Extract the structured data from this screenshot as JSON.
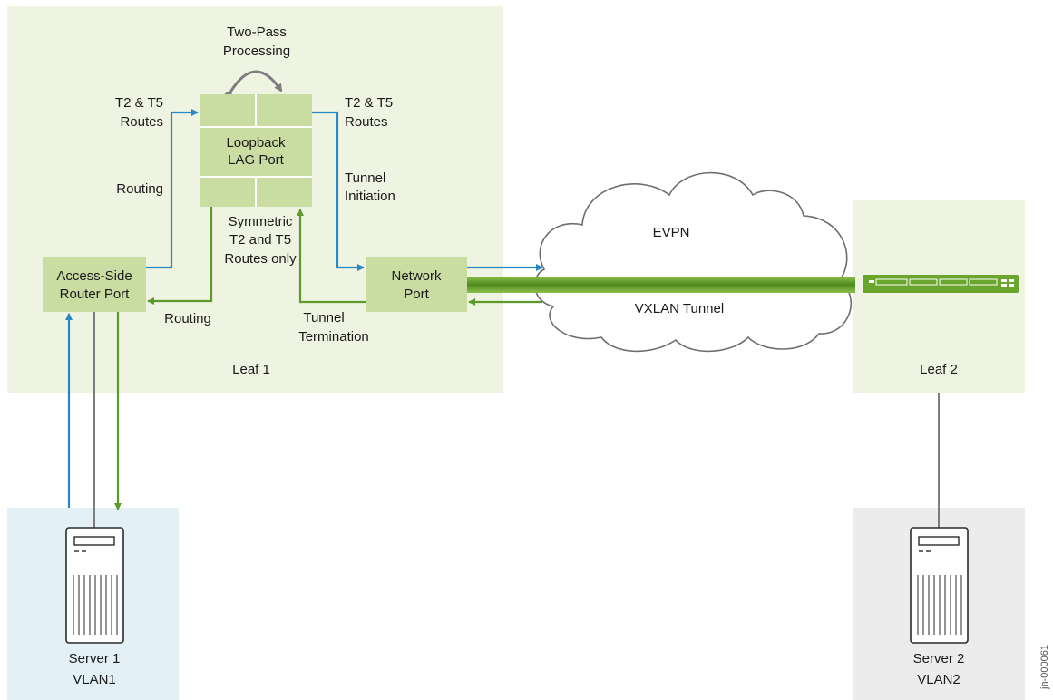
{
  "colors": {
    "leaf_bg": "#eef3e2",
    "server1_bg": "#e3f1f6",
    "server2_bg": "#ececec",
    "port_box": "#c9dca2",
    "blue_arrow": "#2b87c2",
    "green_arrow": "#5b9a2b",
    "tunnel": "#6aa52e",
    "gray_line": "#7d7d7d"
  },
  "leaf1": {
    "label": "Leaf 1"
  },
  "leaf2": {
    "label": "Leaf 2",
    "switch_icon": "switch-icon"
  },
  "two_pass": {
    "line1": "Two-Pass",
    "line2": "Processing"
  },
  "loopback": {
    "line1": "Loopback",
    "line2": "LAG Port"
  },
  "access_port": {
    "line1": "Access-Side",
    "line2": "Router Port"
  },
  "network_port": {
    "line1": "Network",
    "line2": "Port"
  },
  "labels": {
    "routes_left_1": "T2 & T5",
    "routes_left_2": "Routes",
    "routes_right_1": "T2 & T5",
    "routes_right_2": "Routes",
    "routing_upper": "Routing",
    "routing_lower": "Routing",
    "tunnel_init_1": "Tunnel",
    "tunnel_init_2": "Initiation",
    "symmetric_1": "Symmetric",
    "symmetric_2": "T2 and T5",
    "symmetric_3": "Routes only",
    "tunnel_term_1": "Tunnel",
    "tunnel_term_2": "Termination"
  },
  "cloud": {
    "evpn": "EVPN",
    "vxlan": "VXLAN Tunnel"
  },
  "server1": {
    "name": "Server 1",
    "vlan": "VLAN1",
    "icon": "server-icon"
  },
  "server2": {
    "name": "Server 2",
    "vlan": "VLAN2",
    "icon": "server-icon"
  },
  "figure_id": "jn-000061"
}
